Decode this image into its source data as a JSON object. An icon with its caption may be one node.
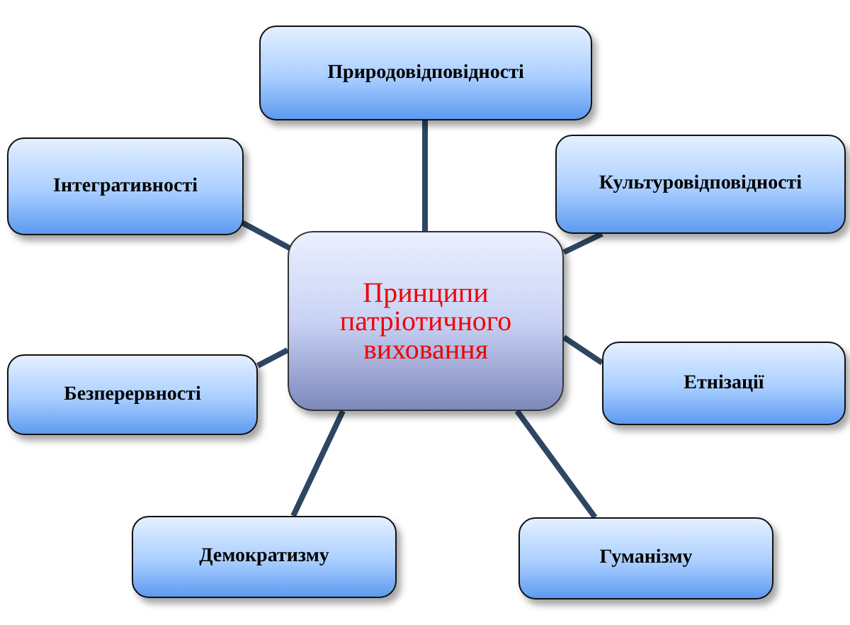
{
  "diagram": {
    "nodes": [
      {
        "text": [
          "Природовідповідності"
        ]
      },
      {
        "text": [
          "Інтегративності"
        ]
      },
      {
        "text": [
          "Культуровідповідності"
        ]
      },
      {
        "text": [
          "Принципи патріотичного виховання"
        ]
      },
      {
        "text": [
          "Етнізації"
        ]
      },
      {
        "text": [
          "Безперервності"
        ]
      },
      {
        "text": [
          "Демократизму"
        ]
      },
      {
        "text": [
          "Гуманізму"
        ]
      }
    ],
    "edges": [
      {
        "from": 3,
        "to": 0,
        "arrow": "none"
      },
      {
        "from": 3,
        "to": 1,
        "arrow": "none"
      },
      {
        "from": 3,
        "to": 2,
        "arrow": "none"
      },
      {
        "from": 3,
        "to": 4,
        "arrow": "none"
      },
      {
        "from": 3,
        "to": 5,
        "arrow": "none"
      },
      {
        "from": 3,
        "to": 6,
        "arrow": "none"
      },
      {
        "from": 3,
        "to": 7,
        "arrow": "none"
      }
    ]
  }
}
